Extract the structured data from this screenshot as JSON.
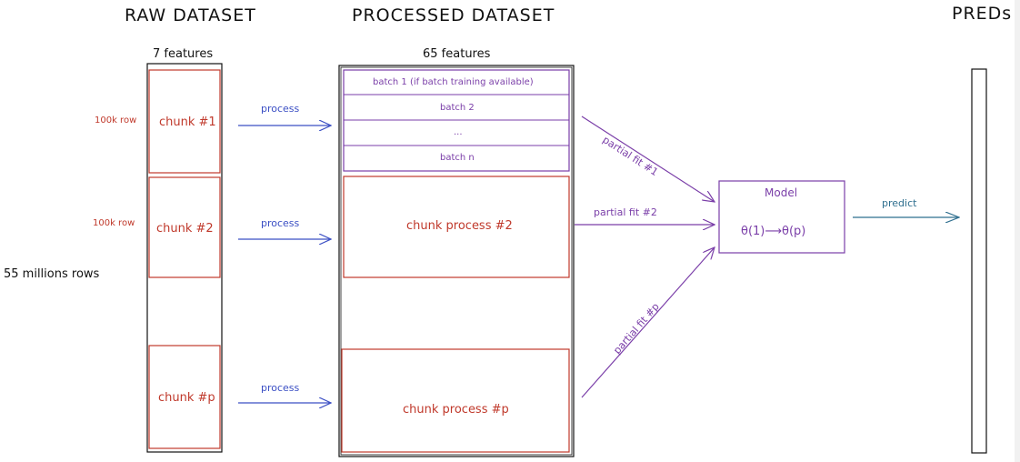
{
  "headers": {
    "raw": "RAW DATASET",
    "processed": "PROCESSED DATASET",
    "preds": "PREDs"
  },
  "raw": {
    "features_label": "7 features",
    "rows_label": "55 millions rows",
    "chunks": [
      {
        "label": "chunk #1",
        "rows": "100k row"
      },
      {
        "label": "chunk #2",
        "rows": "100k row"
      },
      {
        "label": "chunk #p",
        "rows": ""
      }
    ]
  },
  "process_labels": [
    "process",
    "process",
    "process"
  ],
  "processed": {
    "features_label": "65 features",
    "batches": [
      "batch 1 (if batch training available)",
      "batch 2",
      "...",
      "batch n"
    ],
    "chunk2_label": "chunk process #2",
    "chunkp_label": "chunk process #p"
  },
  "fits": [
    "partial fit #1",
    "partial fit #2",
    "partial fit #p"
  ],
  "model": {
    "title": "Model",
    "params": "θ(1)⟶θ(p)"
  },
  "predict_label": "predict",
  "colors": {
    "red": "#c0392b",
    "blue": "#3b4fc4",
    "purple": "#7a3ea8",
    "teal": "#2f6f8f",
    "black": "#111111"
  }
}
